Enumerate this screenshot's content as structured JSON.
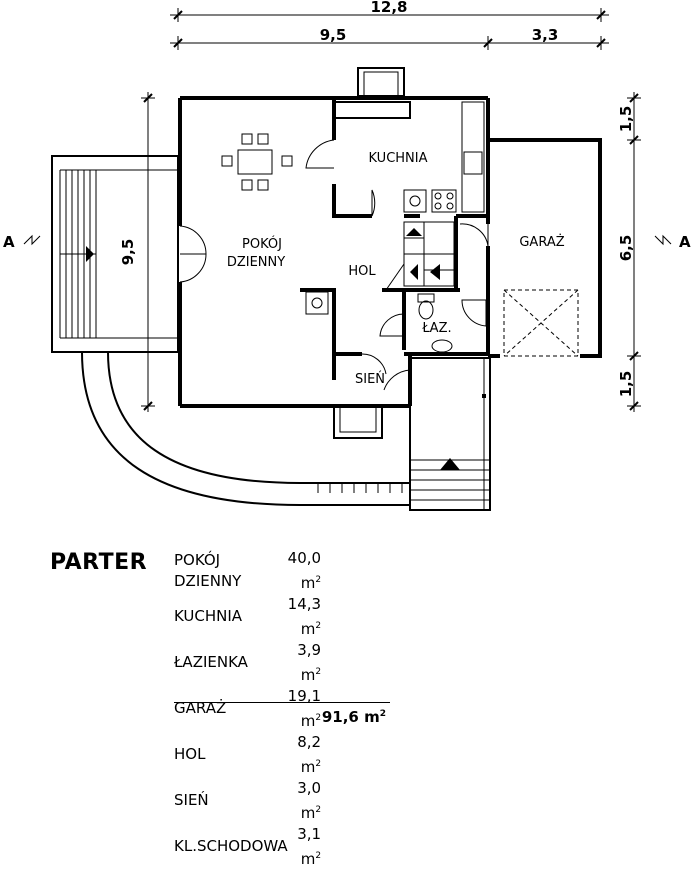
{
  "dimensions": {
    "total_width": "12,8",
    "house_width": "9,5",
    "garage_width": "3,3",
    "house_depth": "9,5",
    "right_top": "1,5",
    "right_mid": "6,5",
    "right_bottom": "1,5"
  },
  "section": {
    "left": "A",
    "right": "A"
  },
  "rooms": {
    "living": [
      "POKÓJ",
      "DZIENNY"
    ],
    "kitchen": "KUCHNIA",
    "hall": "HOL",
    "bath": "ŁAZ.",
    "garage": "GARAŻ",
    "vestibule": "SIEŃ"
  },
  "legend": {
    "title": "PARTER",
    "unit": "m",
    "unit_exp": "2",
    "rows": [
      {
        "name": "POKÓJ DZIENNY",
        "area": "40,0"
      },
      {
        "name": "KUCHNIA",
        "area": "14,3"
      },
      {
        "name": "ŁAZIENKA",
        "area": "3,9"
      },
      {
        "name": "GARAŻ",
        "area": "19,1"
      },
      {
        "name": "HOL",
        "area": "8,2"
      },
      {
        "name": "SIEŃ",
        "area": "3,0"
      },
      {
        "name": "KL.SCHODOWA",
        "area": "3,1"
      }
    ],
    "total": "91,6"
  }
}
